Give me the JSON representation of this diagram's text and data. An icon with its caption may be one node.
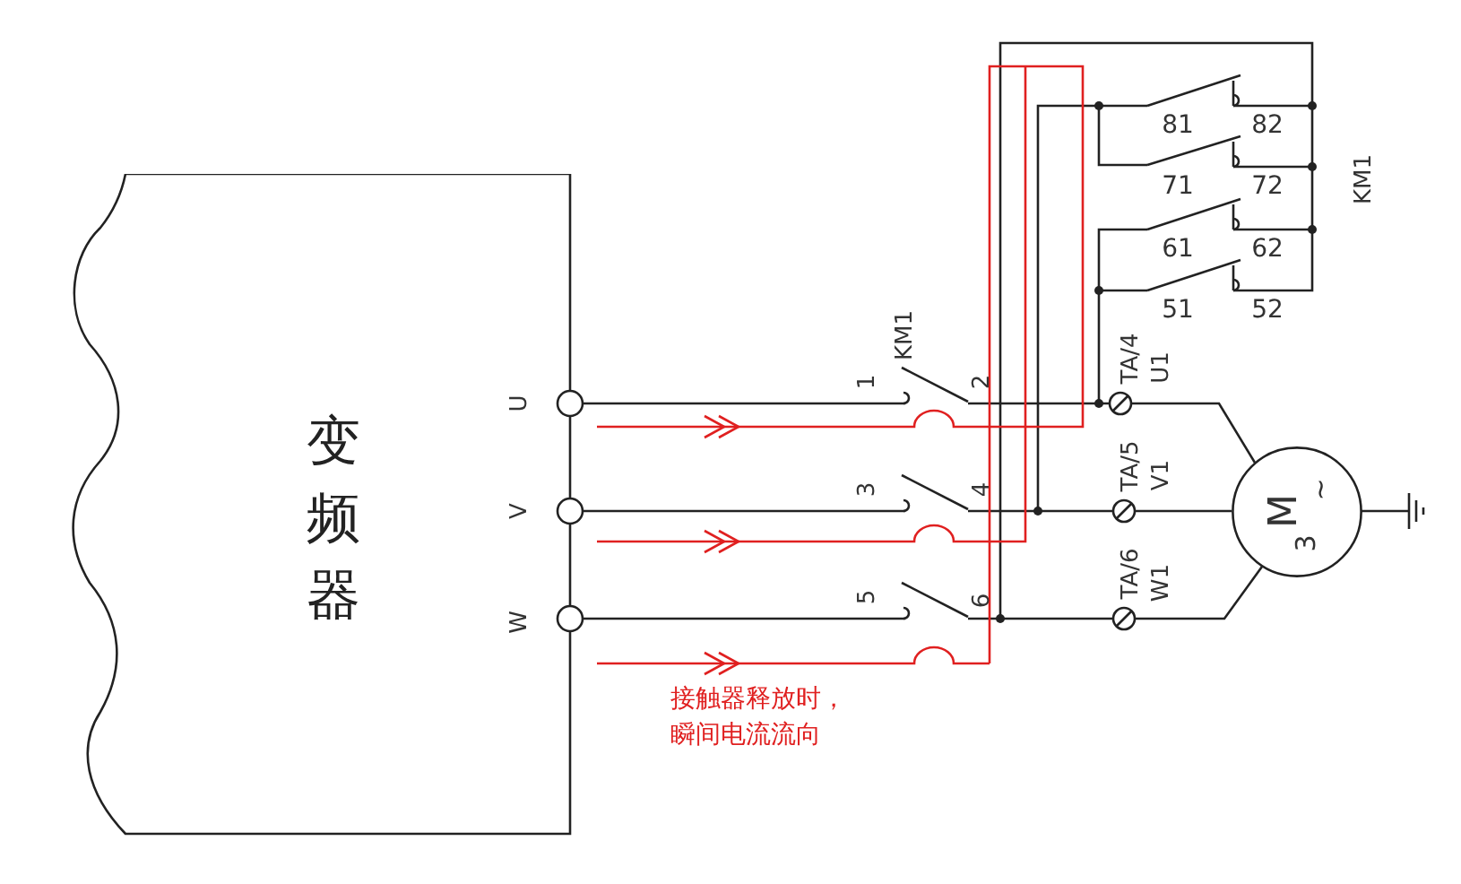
{
  "diagram": {
    "nodes": [
      {
        "text": [
          "变频器"
        ]
      },
      {
        "text": [
          "M",
          "3",
          "~"
        ]
      }
    ],
    "labels": [
      "KM1",
      "81",
      "82",
      "71",
      "72",
      "61",
      "62",
      "51",
      "52",
      "KM1",
      "1",
      "2",
      "TA/4",
      "U1",
      "U",
      "3",
      "4",
      "TA/5",
      "V1",
      "V",
      "5",
      "6",
      "TA/6",
      "W1",
      "W",
      "接触器释放时，瞬间电流流向"
    ]
  }
}
